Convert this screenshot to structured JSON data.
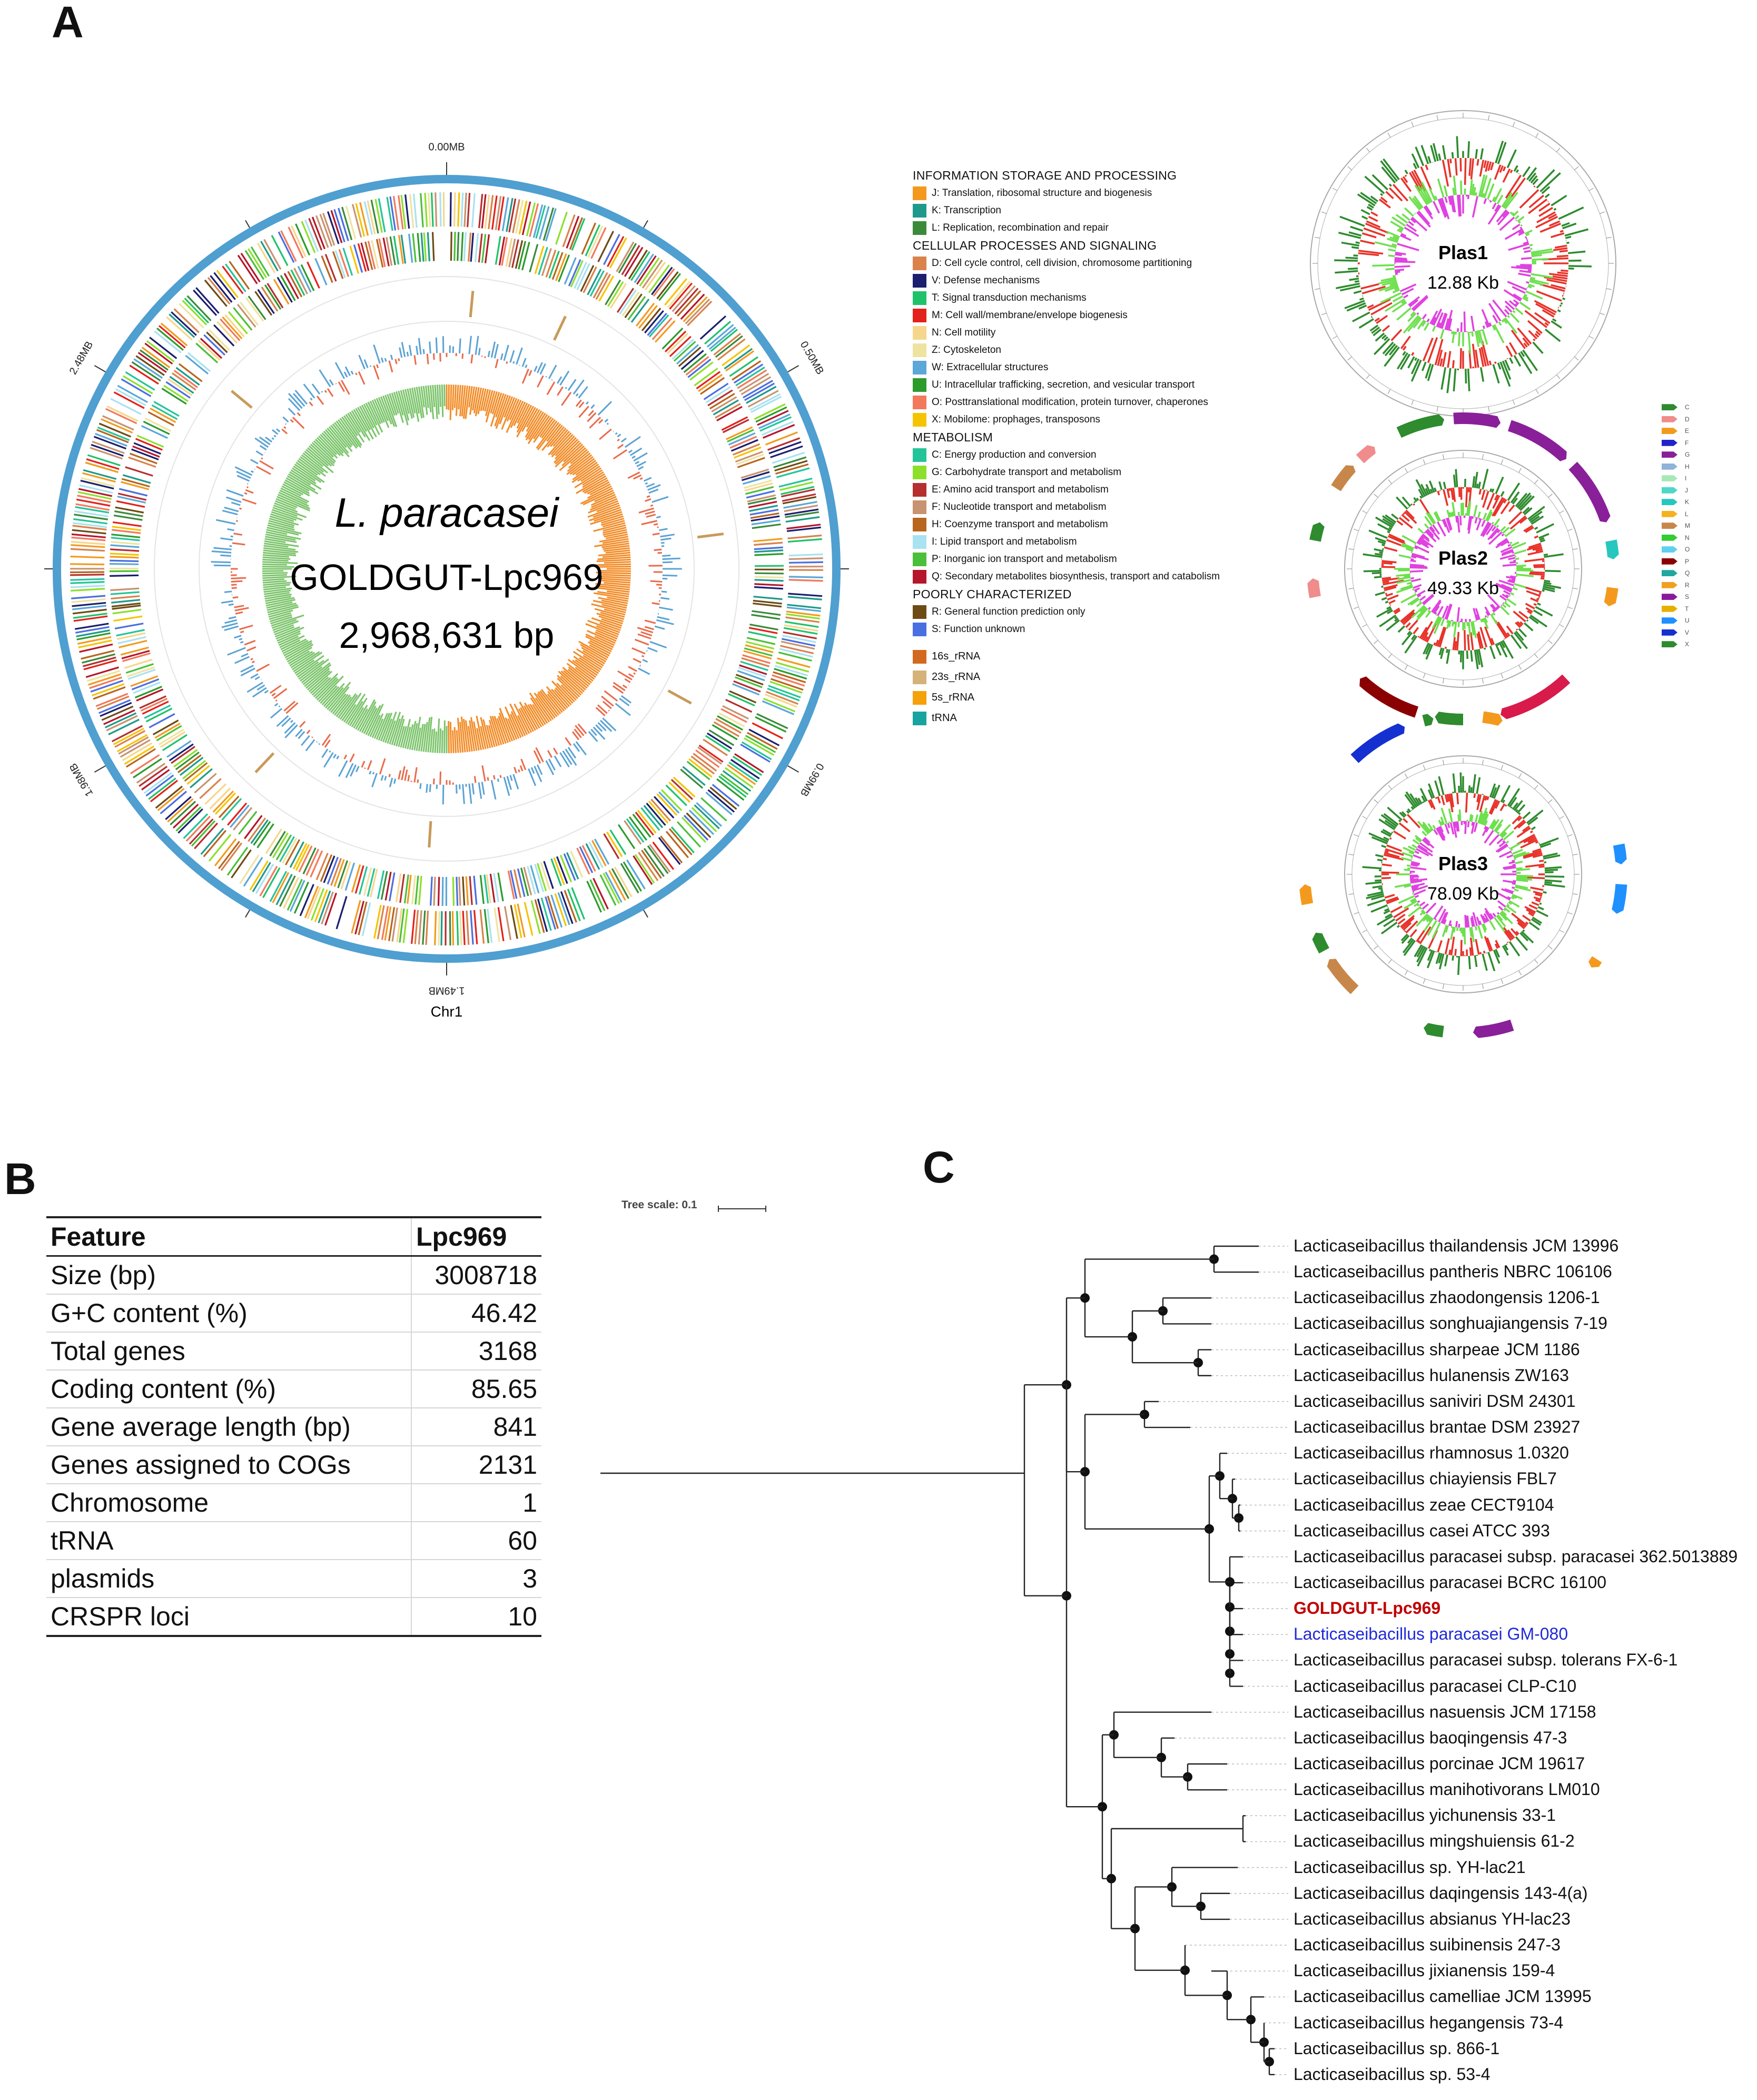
{
  "panels": {
    "a": "A",
    "b": "B",
    "c": "C"
  },
  "chromosome": {
    "species": "L. paracasei",
    "strain": "GOLDGUT-Lpc969",
    "length": "2,968,631 bp",
    "name": "Chr1",
    "ticks": [
      "0.00MB",
      "0.50MB",
      "0.99MB",
      "1.49MB",
      "1.98MB",
      "2.48MB"
    ]
  },
  "legend": {
    "groups": [
      {
        "category": "INFORMATION STORAGE AND PROCESSING",
        "items": [
          {
            "color": "#f39a1e",
            "label": "J: Translation, ribosomal structure and biogenesis"
          },
          {
            "color": "#1e9a8c",
            "label": "K: Transcription"
          },
          {
            "color": "#3a8a3a",
            "label": "L: Replication, recombination and repair"
          }
        ]
      },
      {
        "category": "CELLULAR PROCESSES AND SIGNALING",
        "items": [
          {
            "color": "#d9824b",
            "label": "D: Cell cycle control, cell division, chromosome partitioning"
          },
          {
            "color": "#1b1f6e",
            "label": "V: Defense mechanisms"
          },
          {
            "color": "#1fc26b",
            "label": "T: Signal transduction mechanisms"
          },
          {
            "color": "#e3211c",
            "label": "M: Cell wall/membrane/envelope biogenesis"
          },
          {
            "color": "#f6d68c",
            "label": "N: Cell motility"
          },
          {
            "color": "#efe3a0",
            "label": "Z: Cytoskeleton"
          },
          {
            "color": "#5aa7d8",
            "label": "W: Extracellular structures"
          },
          {
            "color": "#2c9b2c",
            "label": "U: Intracellular trafficking, secretion, and vesicular transport"
          },
          {
            "color": "#f2795c",
            "label": "O: Posttranslational modification, protein turnover, chaperones"
          },
          {
            "color": "#f5c400",
            "label": "X: Mobilome: prophages, transposons"
          }
        ]
      },
      {
        "category": "METABOLISM",
        "items": [
          {
            "color": "#24c49a",
            "label": "C: Energy production and conversion"
          },
          {
            "color": "#8ce02b",
            "label": "G: Carbohydrate transport and metabolism"
          },
          {
            "color": "#b52f2f",
            "label": "E: Amino acid transport and metabolism"
          },
          {
            "color": "#c89370",
            "label": "F: Nucleotide transport and metabolism"
          },
          {
            "color": "#b8651e",
            "label": "H: Coenzyme transport and metabolism"
          },
          {
            "color": "#a9e2f0",
            "label": "I: Lipid transport and metabolism"
          },
          {
            "color": "#4bbf3a",
            "label": "P: Inorganic ion transport and metabolism"
          },
          {
            "color": "#b5162b",
            "label": "Q: Secondary metabolites biosynthesis, transport and catabolism"
          }
        ]
      },
      {
        "category": "POORLY CHARACTERIZED",
        "items": [
          {
            "color": "#6e4a14",
            "label": "R: General function prediction only"
          },
          {
            "color": "#4a6fe0",
            "label": "S: Function unknown"
          }
        ]
      }
    ],
    "rna": [
      {
        "color": "#d2691e",
        "label": "16s_rRNA"
      },
      {
        "color": "#d4b27a",
        "label": "23s_rRNA"
      },
      {
        "color": "#f5a10a",
        "label": "5s_rRNA"
      },
      {
        "color": "#17a3a0",
        "label": "tRNA"
      }
    ]
  },
  "plasmids": [
    {
      "name": "Plas1",
      "size": "12.88 Kb"
    },
    {
      "name": "Plas2",
      "size": "49.33 Kb"
    },
    {
      "name": "Plas3",
      "size": "78.09 Kb"
    }
  ],
  "small_legend": {
    "letters": [
      "C",
      "D",
      "E",
      "F",
      "G",
      "H",
      "I",
      "J",
      "K",
      "L",
      "M",
      "N",
      "O",
      "P",
      "Q",
      "R",
      "S",
      "T",
      "U",
      "V",
      "X"
    ],
    "colors": [
      "#2e8b2e",
      "#f08c8c",
      "#f39a1e",
      "#2222cc",
      "#8a1f9a",
      "#8fb3d9",
      "#a7e8b7",
      "#4ed7c8",
      "#27c7c0",
      "#f5b21e",
      "#c8874a",
      "#33cc33",
      "#5fd0f0",
      "#8b0000",
      "#20a8a0",
      "#f0a020",
      "#8a1a9a",
      "#e6b000",
      "#1e90ff",
      "#1530d0",
      "#2e8b2e"
    ]
  },
  "table": {
    "header": [
      "Feature",
      "Lpc969"
    ],
    "rows": [
      [
        "Size (bp)",
        "3008718"
      ],
      [
        "G+C content (%)",
        "46.42"
      ],
      [
        "Total genes",
        "3168"
      ],
      [
        "Coding content (%)",
        "85.65"
      ],
      [
        "Gene average length (bp)",
        "841"
      ],
      [
        "Genes assigned to COGs",
        "2131"
      ],
      [
        "Chromosome",
        "1"
      ],
      [
        "tRNA",
        "60"
      ],
      [
        "plasmids",
        "3"
      ],
      [
        "CRSPR loci",
        "10"
      ]
    ]
  },
  "tree": {
    "scale_label": "Tree scale: 0.1",
    "leaves": [
      "Lacticaseibacillus thailandensis JCM 13996",
      "Lacticaseibacillus pantheris NBRC 106106",
      "Lacticaseibacillus zhaodongensis 1206-1",
      "Lacticaseibacillus songhuajiangensis 7-19",
      "Lacticaseibacillus sharpeae JCM 1186",
      "Lacticaseibacillus hulanensis ZW163",
      "Lacticaseibacillus saniviri DSM 24301",
      "Lacticaseibacillus brantae DSM 23927",
      "Lacticaseibacillus rhamnosus 1.0320",
      "Lacticaseibacillus chiayiensis FBL7",
      "Lacticaseibacillus zeae CECT9104",
      "Lacticaseibacillus casei ATCC 393",
      "Lacticaseibacillus paracasei subsp. paracasei 362.5013889",
      "Lacticaseibacillus paracasei BCRC 16100",
      "GOLDGUT-Lpc969",
      "Lacticaseibacillus paracasei GM-080",
      "Lacticaseibacillus paracasei subsp. tolerans FX-6-1",
      "Lacticaseibacillus paracasei CLP-C10",
      "Lacticaseibacillus nasuensis JCM 17158",
      "Lacticaseibacillus baoqingensis 47-3",
      "Lacticaseibacillus porcinae JCM 19617",
      "Lacticaseibacillus manihotivorans LM010",
      "Lacticaseibacillus yichunensis 33-1",
      "Lacticaseibacillus mingshuiensis 61-2",
      "Lacticaseibacillus sp. YH-lac21",
      "Lacticaseibacillus daqingensis 143-4(a)",
      "Lacticaseibacillus absianus YH-lac23",
      "Lacticaseibacillus suibinensis 247-3",
      "Lacticaseibacillus jixianensis 159-4",
      "Lacticaseibacillus camelliae JCM 13995",
      "Lacticaseibacillus hegangensis 73-4",
      "Lacticaseibacillus sp. 866-1",
      "Lacticaseibacillus sp. 53-4"
    ],
    "highlight_red": 14,
    "highlight_blue": 15
  }
}
